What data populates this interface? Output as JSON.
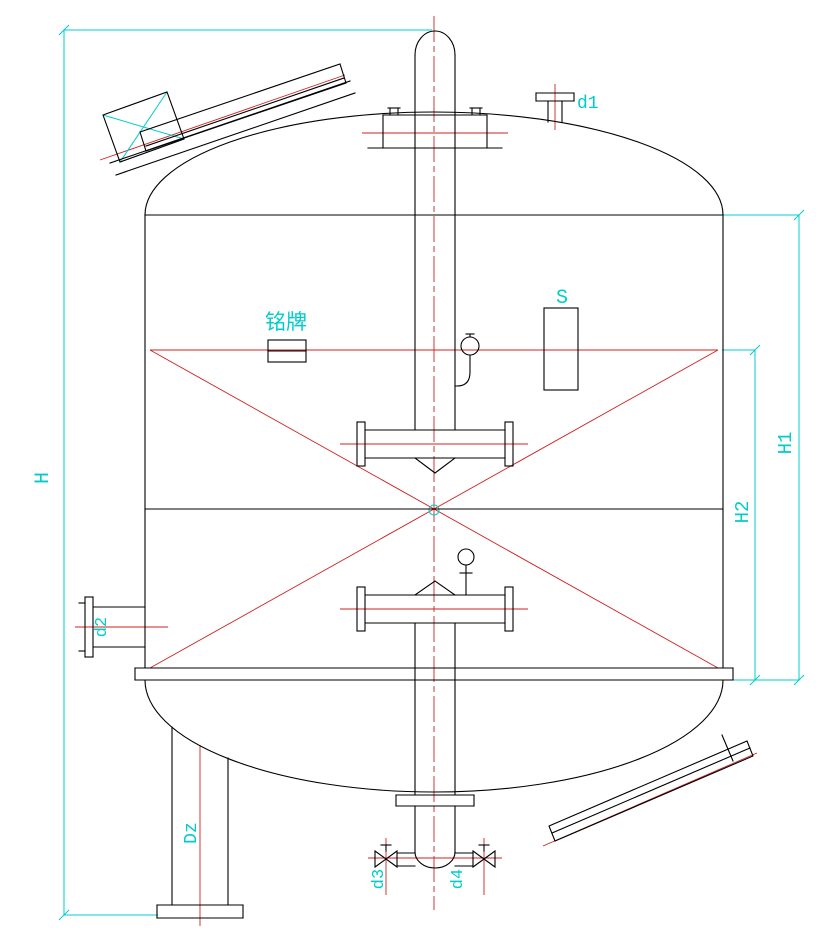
{
  "drawing": {
    "kind": "pressure-vessel-elevation-cad-drawing",
    "labels": {
      "overall_height": "H",
      "height_h1": "H1",
      "height_h2": "H2",
      "leg_dim": "Dz",
      "nozzle_d1": "d1",
      "nozzle_d2": "d2",
      "nozzle_d3": "d3",
      "nozzle_d4": "d4",
      "sight_glass": "S",
      "nameplate": "铭牌"
    },
    "colors": {
      "outline": "#000000",
      "centerline": "#CC2222",
      "dimension": "#00CCCC",
      "background": "#FFFFFF"
    }
  }
}
